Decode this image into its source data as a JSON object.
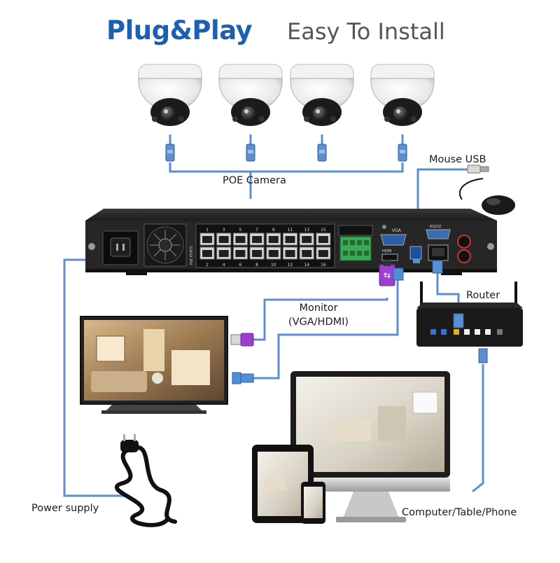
{
  "title": {
    "brand": "Plug&Play",
    "subtitle": "Easy To Install"
  },
  "labels": {
    "poe_camera": "POE Camera",
    "mouse_usb": "Mouse USB",
    "router": "Router",
    "monitor_line1": "Monitor",
    "monitor_line2": "(VGA/HDMI)",
    "power_supply": "Power supply",
    "devices": "Computer/Table/Phone"
  },
  "nvr_panel": {
    "poe_ports_label": "PoE PORTS",
    "port_numbers_top": [
      "1",
      "3",
      "5",
      "7",
      "9",
      "11",
      "13",
      "15"
    ],
    "port_numbers_bottom": [
      "2",
      "4",
      "6",
      "8",
      "10",
      "12",
      "14",
      "16"
    ],
    "vga_label": "VGA",
    "hdmi_label": "HDMI",
    "rs232_label": "RS232"
  },
  "colors": {
    "brand_blue": "#1d5fb3",
    "cable_blue": "#5d8fd0",
    "hdmi_purple": "#9b3fd1",
    "connector_blue": "#4f8fd6"
  },
  "icons": [
    "dome-camera-icon",
    "rj45-connector-icon",
    "mouse-icon",
    "router-icon",
    "tv-icon",
    "power-cord-icon",
    "monitor-icon",
    "tablet-icon",
    "phone-icon",
    "hdmi-plug-icon",
    "vga-plug-icon",
    "nvr-device-icon"
  ]
}
